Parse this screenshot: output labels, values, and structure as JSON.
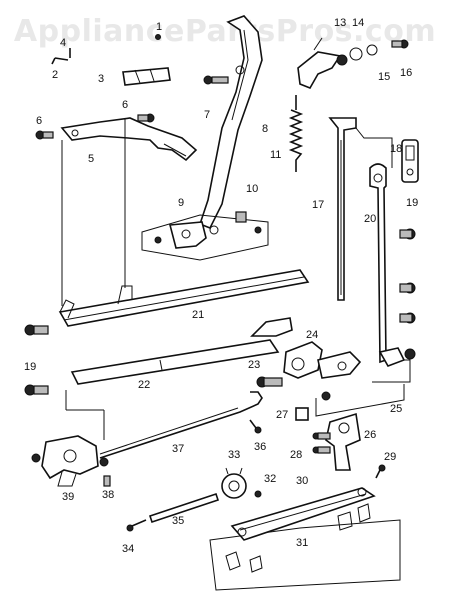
{
  "watermark": "AppliancePartsPros.com",
  "callouts": {
    "n1": "1",
    "n2": "2",
    "n3": "3",
    "n4": "4",
    "n5": "5",
    "n6a": "6",
    "n6b": "6",
    "n7": "7",
    "n8": "8",
    "n9": "9",
    "n10": "10",
    "n11": "11",
    "n13": "13",
    "n14": "14",
    "n15": "15",
    "n16": "16",
    "n17": "17",
    "n18": "18",
    "n19a": "19",
    "n19b": "19",
    "n20": "20",
    "n21": "21",
    "n22": "22",
    "n23": "23",
    "n24": "24",
    "n25": "25",
    "n26": "26",
    "n27": "27",
    "n28": "28",
    "n29": "29",
    "n30": "30",
    "n31": "31",
    "n32": "32",
    "n33": "33",
    "n34": "34",
    "n35": "35",
    "n36": "36",
    "n37": "37",
    "n38": "38",
    "n39": "39"
  }
}
